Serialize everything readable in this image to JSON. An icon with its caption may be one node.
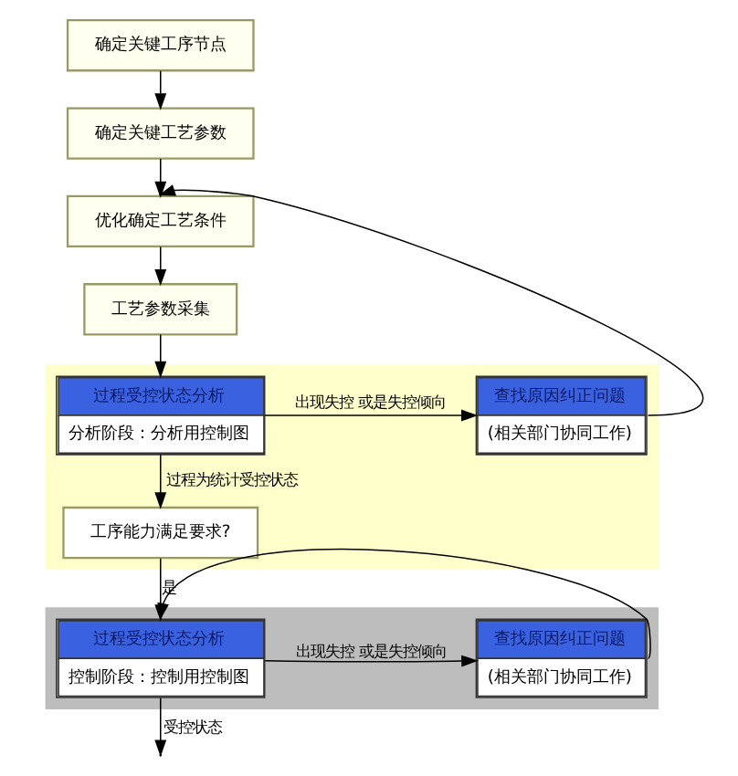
{
  "diagram": {
    "nodes": [
      {
        "text": [
          "确定关键工序节点"
        ]
      },
      {
        "text": [
          "确定关键工艺参数"
        ]
      },
      {
        "text": [
          "优化确定工艺条件"
        ]
      },
      {
        "text": [
          "工艺参数采集"
        ]
      },
      {
        "text": [],
        "shape": "band"
      },
      {
        "text": [
          "过程受控状态分析",
          "分析阶段：分析用控制图"
        ],
        "in": 4
      },
      {
        "text": [
          "查找原因纠正问题",
          "(相关部门协同工作)"
        ],
        "in": 4
      },
      {
        "text": [
          "工序能力满足要求?"
        ],
        "in": 4
      },
      {
        "text": [],
        "shape": "band"
      },
      {
        "text": [
          "过程受控状态分析",
          "控制阶段：控制用控制图"
        ],
        "in": 8
      },
      {
        "text": [
          "查找原因纠正问题",
          "(相关部门协同工作)"
        ],
        "in": 8
      }
    ],
    "edges": [
      {
        "from": 0,
        "to": 1,
        "arrow": "to"
      },
      {
        "from": 1,
        "to": 2,
        "arrow": "to"
      },
      {
        "from": 2,
        "to": 3,
        "arrow": "to"
      },
      {
        "from": 3,
        "to": 5,
        "arrow": "to"
      },
      {
        "from": 5,
        "to": 6,
        "arrow": "to",
        "label": "出现失控 或是失控倾向"
      },
      {
        "from": 6,
        "to": 2,
        "arrow": "to"
      },
      {
        "from": 5,
        "to": 7,
        "arrow": "to",
        "label": "过程为统计受控状态"
      },
      {
        "from": 7,
        "to": 9,
        "arrow": "to",
        "label": "是"
      },
      {
        "from": 9,
        "to": 10,
        "arrow": "to",
        "label": "出现失控 或是失控倾向"
      },
      {
        "from": 10,
        "to": 9,
        "arrow": "to"
      },
      {
        "from": 9,
        "to": null,
        "arrow": "to",
        "label": "受控状态"
      }
    ]
  }
}
